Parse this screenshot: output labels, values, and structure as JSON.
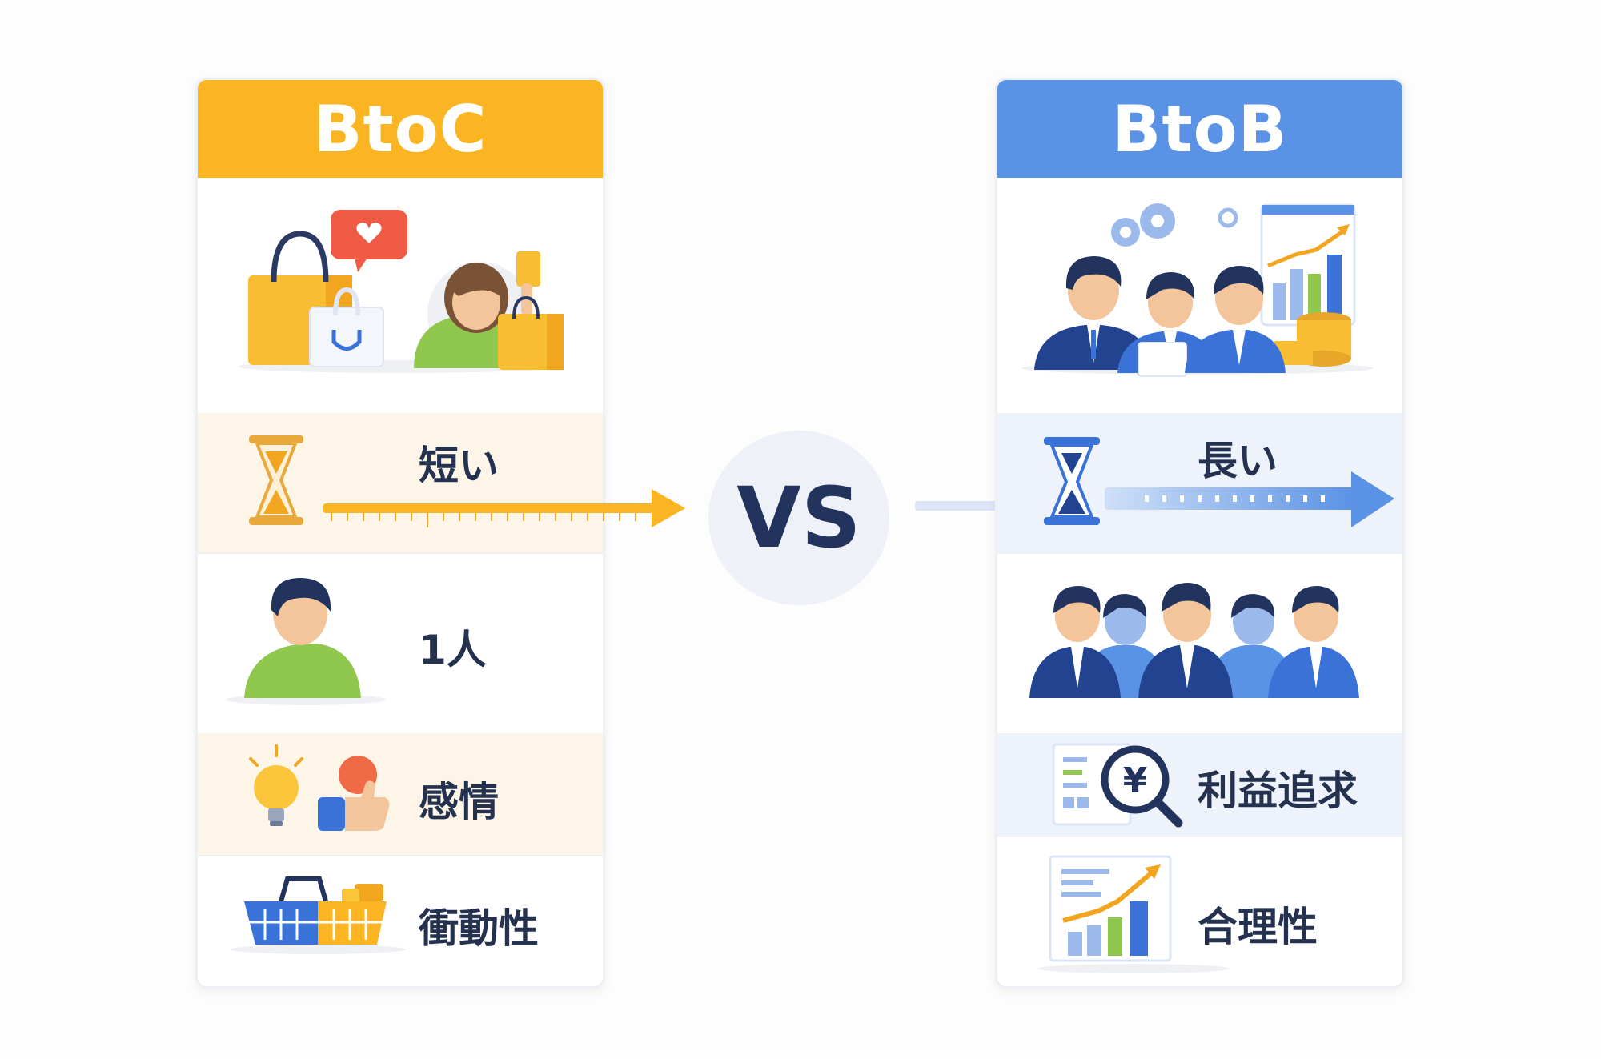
{
  "btoc": {
    "title": "BtoC",
    "color": "#fbb522",
    "rows": [
      {
        "label": "",
        "icon": "shopping-scene-icon"
      },
      {
        "label": "短い",
        "icon": "hourglass-icon"
      },
      {
        "label": "1人",
        "icon": "person-icon"
      },
      {
        "label": "感情",
        "icon": "lightbulb-thumbs-up-icon"
      },
      {
        "label": "衝動性",
        "icon": "shopping-basket-icon"
      }
    ]
  },
  "btob": {
    "title": "BtoB",
    "color": "#5a92e6",
    "rows": [
      {
        "label": "",
        "icon": "business-meeting-icon"
      },
      {
        "label": "長い",
        "icon": "hourglass-icon"
      },
      {
        "label": "",
        "icon": "business-group-icon"
      },
      {
        "label": "利益追求",
        "icon": "yen-magnifier-report-icon"
      },
      {
        "label": "合理性",
        "icon": "growth-chart-report-icon"
      }
    ]
  },
  "vs": "VS"
}
